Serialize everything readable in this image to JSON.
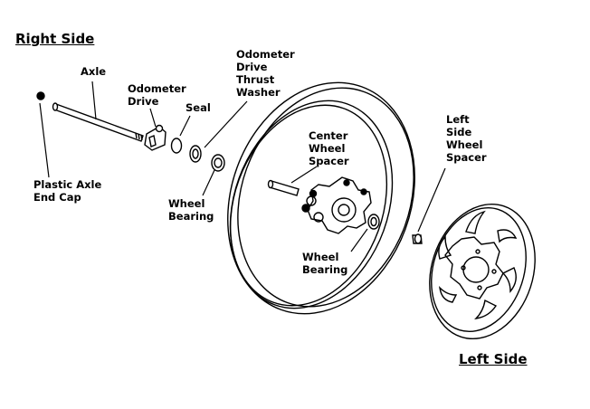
{
  "headings": {
    "right_side": "Right Side",
    "left_side": "Left Side"
  },
  "labels": {
    "axle": "Axle",
    "plastic_axle_end_cap": "Plastic Axle\nEnd Cap",
    "odometer_drive": "Odometer\nDrive",
    "seal": "Seal",
    "odometer_drive_thrust_washer": "Odometer\nDrive\nThrust\nWasher",
    "wheel_bearing_right": "Wheel\nBearing",
    "center_wheel_spacer": "Center\nWheel\nSpacer",
    "wheel_bearing_left": "Wheel\nBearing",
    "left_side_wheel_spacer": "Left\nSide\nWheel\nSpacer"
  },
  "colors": {
    "ink": "#000000",
    "background": "#ffffff"
  }
}
